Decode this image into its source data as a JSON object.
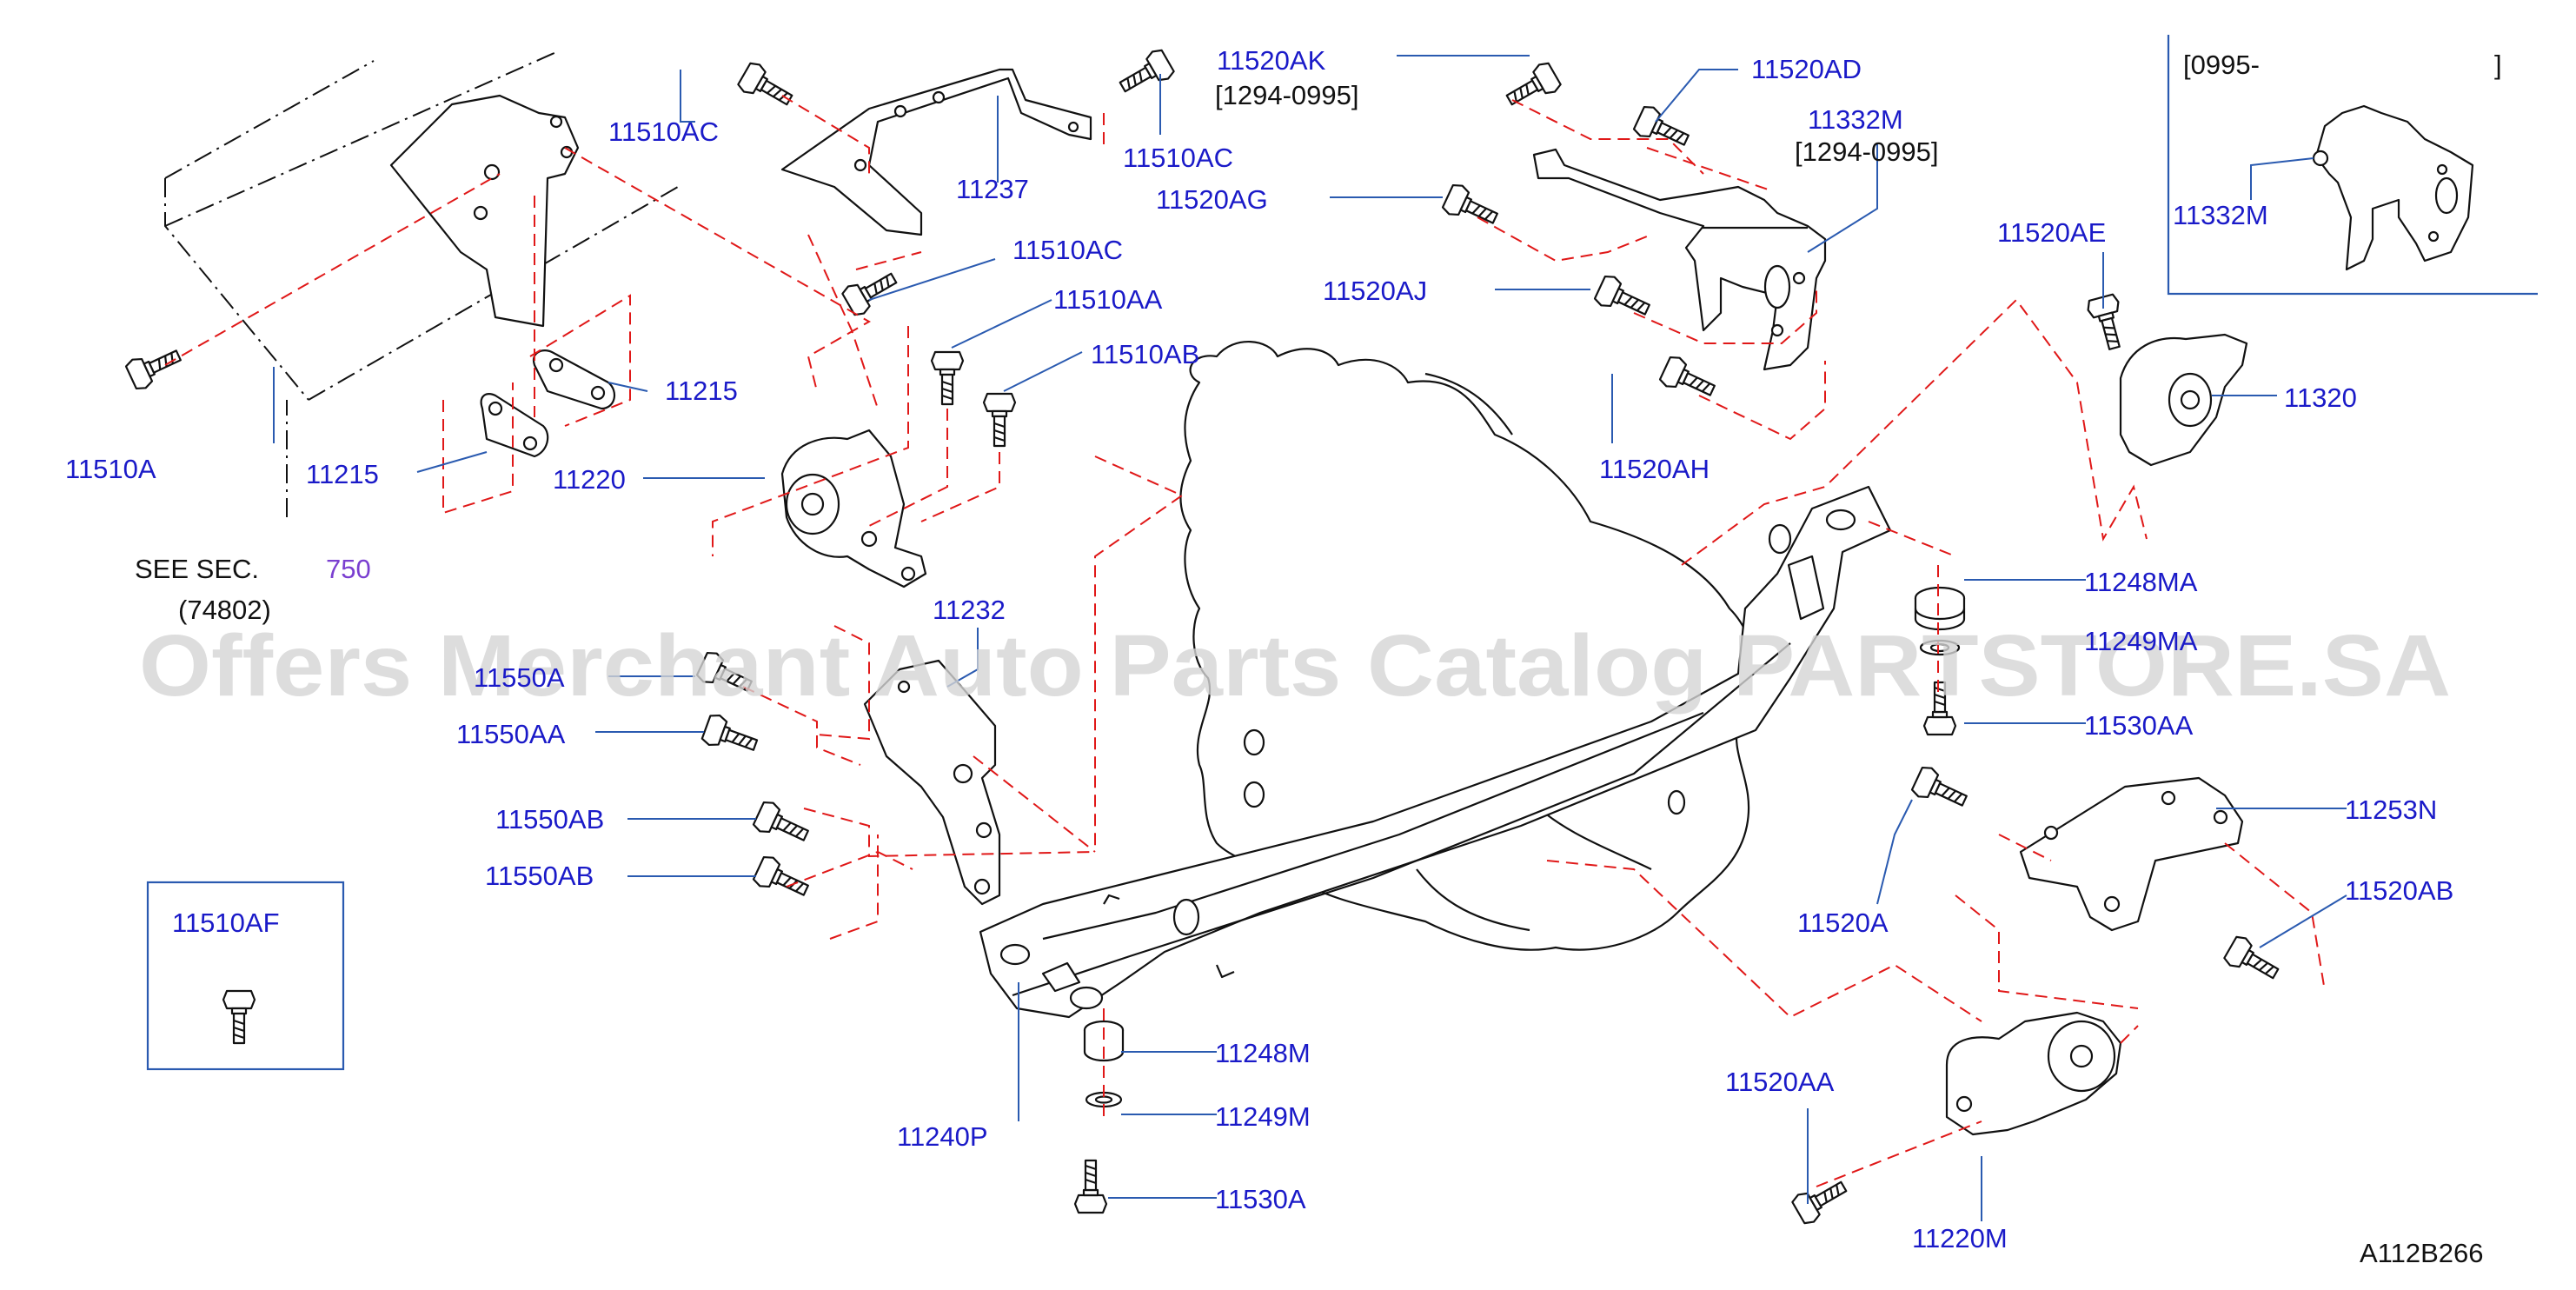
{
  "labels": {
    "l11510AC_a": "11510AC",
    "l11237": "11237",
    "l11510AC_b": "11510AC",
    "l11520AK": "11520AK",
    "l1294_0995_a": "[1294-0995]",
    "l11520AD": "11520AD",
    "l11332M_a": "11332M",
    "l1294_0995_b": "[1294-0995]",
    "l11520AG": "11520AG",
    "l11510AC_c": "11510AC",
    "l11510AA": "11510AA",
    "l11520AJ": "11520AJ",
    "l11510AB": "11510AB",
    "l11215_a": "11215",
    "l11215_b": "11215",
    "l11220": "11220",
    "l11510A": "11510A",
    "l11520AH": "11520AH",
    "see_sec": "SEE  SEC.",
    "sec_num": "750",
    "sec_ref": "(74802)",
    "l11232": "11232",
    "l11550A": "11550A",
    "l11550AA": "11550AA",
    "l11550AB_a": "11550AB",
    "l11550AB_b": "11550AB",
    "l11510AF": "11510AF",
    "l11240P": "11240P",
    "l11248M": "11248M",
    "l11249M": "11249M",
    "l11530A": "11530A",
    "l11248MA": "11248MA",
    "l11249MA": "11249MA",
    "l11530AA": "11530AA",
    "l11253N": "11253N",
    "l11520A": "11520A",
    "l11520AB": "11520AB",
    "l11520AA": "11520AA",
    "l11220M": "11220M",
    "l11520AE": "11520AE",
    "l11320": "11320",
    "inset_range": "[0995-",
    "inset_bracket": "]",
    "l11332M_b": "11332M",
    "diagram_code": "A112B266"
  },
  "watermark": "Offers Merchant Auto Parts Catalog PARTSTORE.SA",
  "colors": {
    "label": "#1a1ac8",
    "leader": "#2a5ab0",
    "dash": "#e01818",
    "section_number": "#7a3fd0"
  }
}
